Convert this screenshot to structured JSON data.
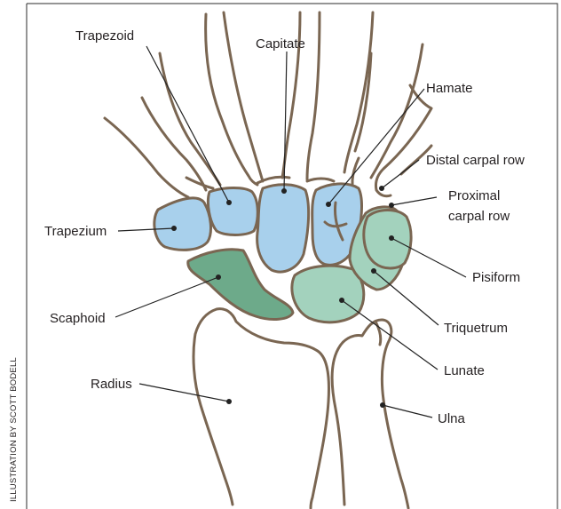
{
  "credit": "ILLUSTRATION BY SCOTT BODELL",
  "colors": {
    "distal_row_fill": "#a8d0ec",
    "proximal_row_fill": "#a3d2bd",
    "scaphoid_fill": "#6daa8a",
    "bone_outline": "#7a6652"
  },
  "labels": {
    "trapezoid": "Trapezoid",
    "capitate": "Capitate",
    "hamate": "Hamate",
    "distal_carpal_row": "Distal carpal row",
    "proximal_carpal_row_1": "Proximal",
    "proximal_carpal_row_2": "carpal row",
    "trapezium": "Trapezium",
    "pisiform": "Pisiform",
    "scaphoid": "Scaphoid",
    "triquetrum": "Triquetrum",
    "lunate": "Lunate",
    "radius": "Radius",
    "ulna": "Ulna"
  }
}
